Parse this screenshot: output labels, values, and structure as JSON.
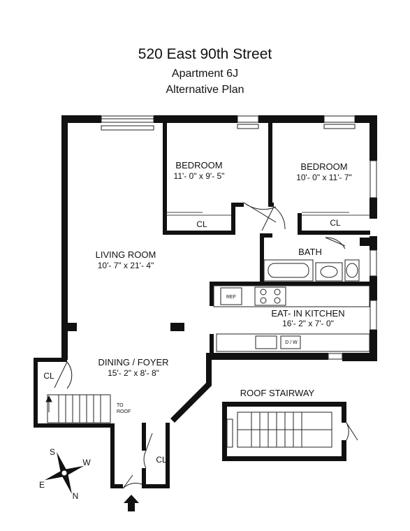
{
  "header": {
    "address": "520 East 90th Street",
    "apartment": "Apartment 6J",
    "plan": "Alternative Plan"
  },
  "rooms": {
    "bedroom1": {
      "name": "BEDROOM",
      "dims": "11'- 0\" x 9'- 5\""
    },
    "bedroom2": {
      "name": "BEDROOM",
      "dims": "10'- 0\" x 11'- 7\""
    },
    "living": {
      "name": "LIVING ROOM",
      "dims": "10'- 7\" x 21'- 4\""
    },
    "bath": {
      "name": "BATH"
    },
    "kitchen": {
      "name": "EAT- IN KITCHEN",
      "dims": "16'- 2\" x 7'- 0\""
    },
    "dining": {
      "name": "DINING / FOYER",
      "dims": "15'- 2\" x 8'- 8\""
    },
    "roof": {
      "name": "ROOF STAIRWAY"
    }
  },
  "closets": {
    "cl1": "CL",
    "cl2": "CL",
    "cl3": "CL",
    "cl4": "CL"
  },
  "fixtures": {
    "ref": "REF",
    "dw": "D / W",
    "to_roof_1": "TO",
    "to_roof_2": "ROOF"
  },
  "compass": {
    "s": "S",
    "w": "W",
    "e": "E",
    "n": "N"
  }
}
